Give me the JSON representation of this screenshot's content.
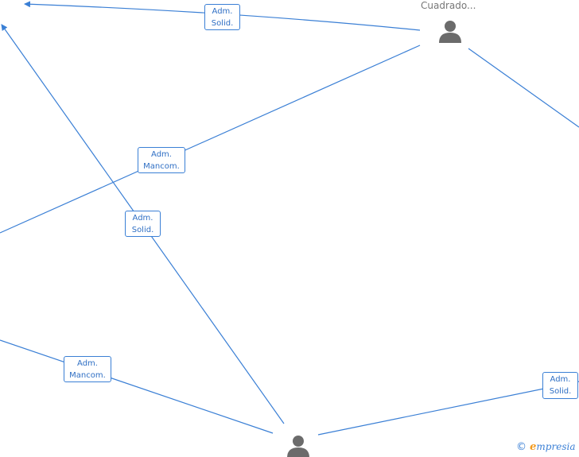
{
  "nodes": {
    "top_person": {
      "label": "Cuadrado..."
    },
    "bottom_person": {
      "label": ""
    }
  },
  "roles": [
    {
      "line1": "Adm.",
      "line2": "Solid."
    },
    {
      "line1": "Adm.",
      "line2": "Mancom."
    },
    {
      "line1": "Adm.",
      "line2": "Solid."
    },
    {
      "line1": "Adm.",
      "line2": "Mancom."
    },
    {
      "line1": "Adm.",
      "line2": "Solid."
    }
  ],
  "watermark": {
    "copyright": "©",
    "brand_initial": "e",
    "brand_rest": "mpresia"
  },
  "colors": {
    "edge": "#3a7fd5",
    "person": "#6b6b6b",
    "label": "#777777"
  }
}
